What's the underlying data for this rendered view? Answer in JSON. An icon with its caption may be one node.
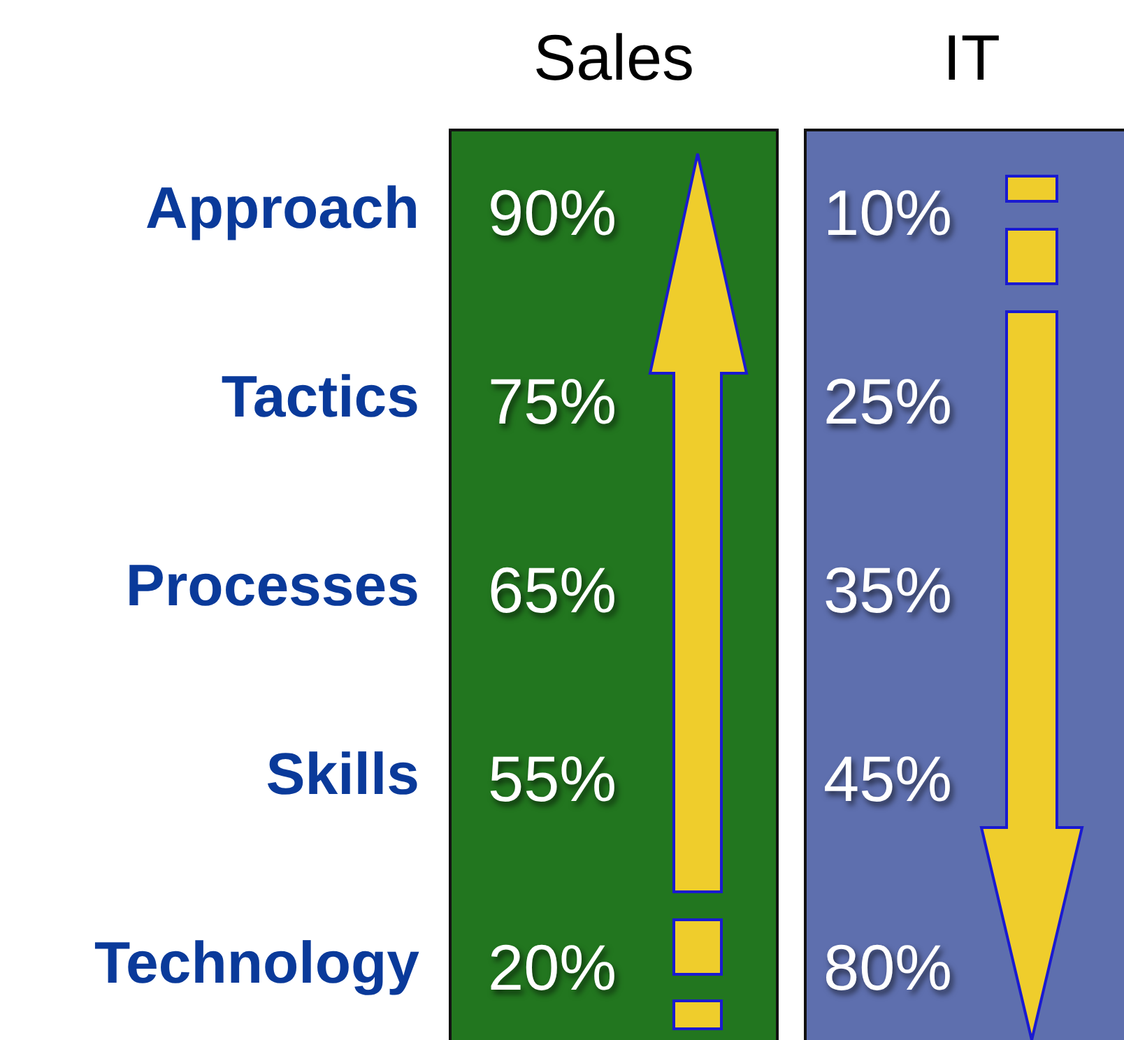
{
  "diagram": {
    "nodes": [
      {
        "text": [
          "Sales",
          "90%",
          "75%",
          "65%",
          "55%",
          "20%"
        ]
      },
      {
        "text": [
          "IT",
          "10%",
          "25%",
          "35%",
          "45%",
          "80%"
        ]
      }
    ],
    "labels": [
      "Approach",
      "Tactics",
      "Processes",
      "Skills",
      "Technology"
    ]
  }
}
